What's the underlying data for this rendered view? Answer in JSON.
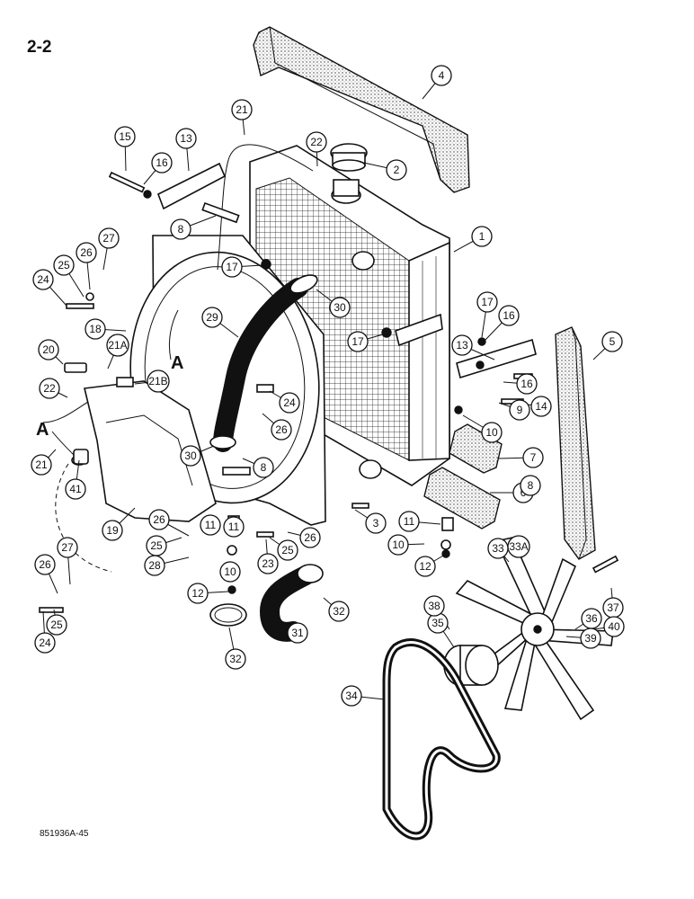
{
  "page": {
    "number": "2-2",
    "figure_code": "851936A-45"
  },
  "callouts": [
    {
      "label": "1"
    },
    {
      "label": "2"
    },
    {
      "label": "3"
    },
    {
      "label": "4"
    },
    {
      "label": "5"
    },
    {
      "label": "6"
    },
    {
      "label": "7"
    },
    {
      "label": "8"
    },
    {
      "label": "8"
    },
    {
      "label": "8"
    },
    {
      "label": "9"
    },
    {
      "label": "10"
    },
    {
      "label": "10"
    },
    {
      "label": "10"
    },
    {
      "label": "11"
    },
    {
      "label": "11"
    },
    {
      "label": "11"
    },
    {
      "label": "12"
    },
    {
      "label": "12"
    },
    {
      "label": "13"
    },
    {
      "label": "13"
    },
    {
      "label": "14"
    },
    {
      "label": "15"
    },
    {
      "label": "16"
    },
    {
      "label": "16"
    },
    {
      "label": "16"
    },
    {
      "label": "17"
    },
    {
      "label": "17"
    },
    {
      "label": "17"
    },
    {
      "label": "18"
    },
    {
      "label": "19"
    },
    {
      "label": "20"
    },
    {
      "label": "21"
    },
    {
      "label": "21"
    },
    {
      "label": "21A"
    },
    {
      "label": "21B"
    },
    {
      "label": "22"
    },
    {
      "label": "22"
    },
    {
      "label": "23"
    },
    {
      "label": "24"
    },
    {
      "label": "24"
    },
    {
      "label": "24"
    },
    {
      "label": "25"
    },
    {
      "label": "25"
    },
    {
      "label": "25"
    },
    {
      "label": "25"
    },
    {
      "label": "26"
    },
    {
      "label": "26"
    },
    {
      "label": "26"
    },
    {
      "label": "26"
    },
    {
      "label": "26"
    },
    {
      "label": "27"
    },
    {
      "label": "27"
    },
    {
      "label": "28"
    },
    {
      "label": "29"
    },
    {
      "label": "30"
    },
    {
      "label": "30"
    },
    {
      "label": "31"
    },
    {
      "label": "32"
    },
    {
      "label": "32"
    },
    {
      "label": "33"
    },
    {
      "label": "33A"
    },
    {
      "label": "34"
    },
    {
      "label": "35"
    },
    {
      "label": "36"
    },
    {
      "label": "37"
    },
    {
      "label": "38"
    },
    {
      "label": "39"
    },
    {
      "label": "40"
    },
    {
      "label": "41"
    }
  ],
  "connection_letters": [
    "A",
    "A"
  ]
}
